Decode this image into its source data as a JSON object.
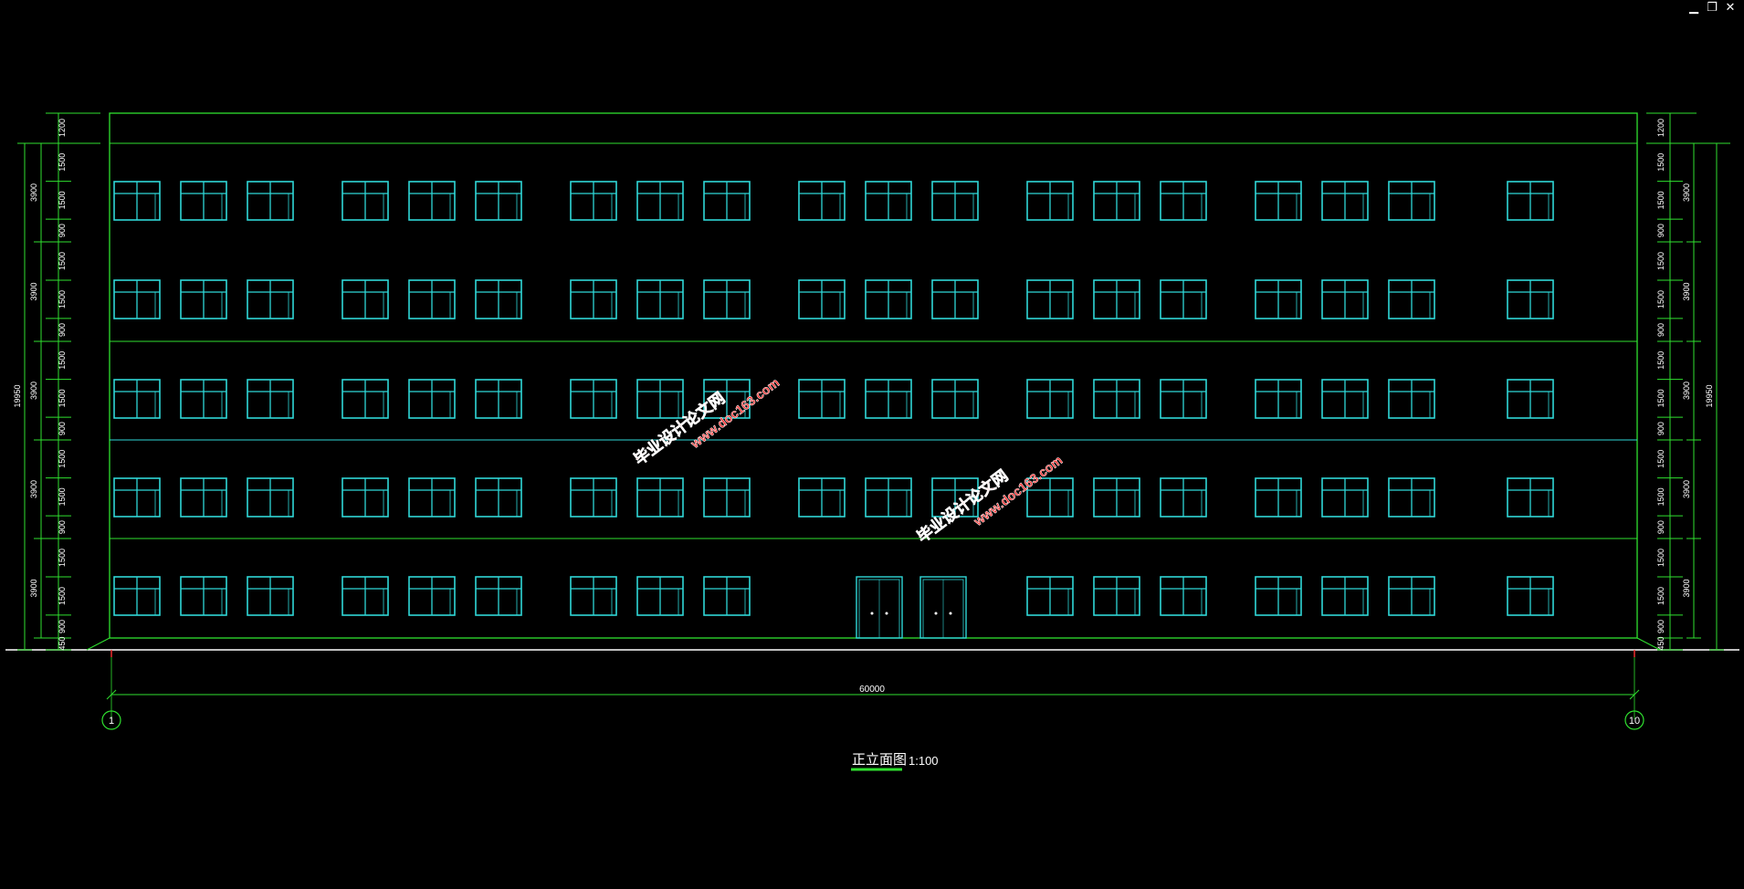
{
  "window_controls": {
    "minimize": "▁",
    "restore": "❐",
    "close": "✕"
  },
  "drawing": {
    "title": "正立面图",
    "scale": "1:100",
    "overall_length": "60000",
    "total_height": "19950",
    "axis_start": "1",
    "axis_end": "10",
    "floor_dims": [
      "1500",
      "1500",
      "900"
    ],
    "floor_total": "3900",
    "parapet": "1200",
    "plinth": "450",
    "floors": 5,
    "colors": {
      "background": "#000000",
      "outline": "#2fe02f",
      "window": "#2fd8d8",
      "ground": "#ffffff",
      "watermark": "#ff3030"
    }
  },
  "watermark": {
    "line1": "毕业设计论文网",
    "line2": "www.doc163.com"
  }
}
